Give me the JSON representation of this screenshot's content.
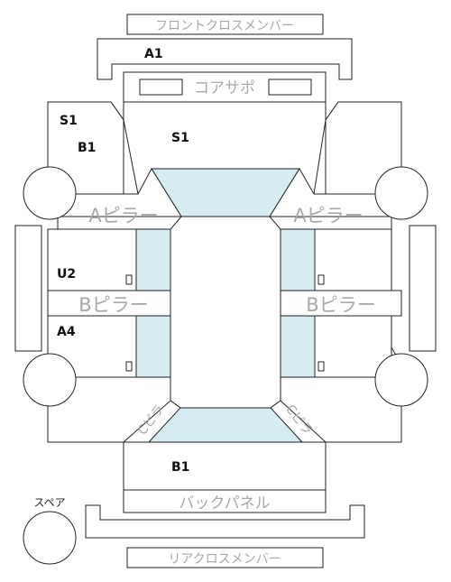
{
  "labels": {
    "front_cross_member": "フロントクロスメンバー",
    "radiator_support": "コアサポ",
    "a_pillar_left": "Aピラー",
    "a_pillar_right": "Aピラー",
    "b_pillar_left": "Bピラー",
    "b_pillar_right": "Bピラー",
    "c_pillar_left": "Cピラ",
    "c_pillar_right": "Cピラ",
    "back_panel": "バックパネル",
    "spare": "スペア",
    "rear_cross_member": "リアクロスメンバー"
  },
  "damage_codes": {
    "front_cross_member": "A1",
    "front_left_fender_1": "S1",
    "front_left_fender_2": "B1",
    "hood": "S1",
    "left_front_door": "U2",
    "left_rear_door": "A4",
    "trunk": "B1"
  },
  "colors": {
    "glass": "#d6ebf2",
    "faded_label": "#a8a8a8",
    "line": "#222222"
  }
}
